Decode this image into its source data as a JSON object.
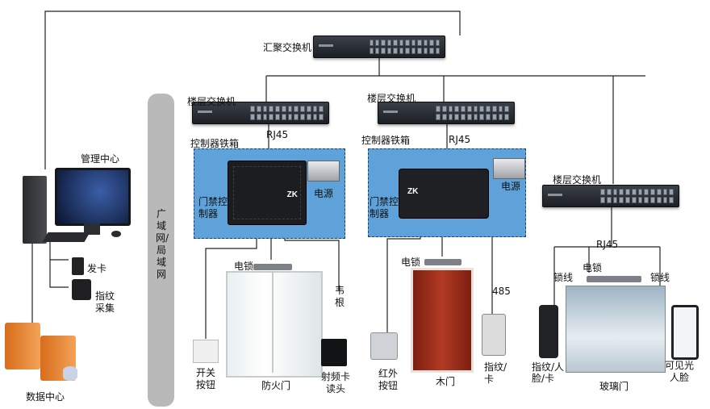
{
  "labels": {
    "core_switch": "汇聚交换机",
    "floor_switch_1": "楼层交换机",
    "floor_switch_2": "楼层交换机",
    "floor_switch_3": "楼层交换机",
    "rj45_1": "RJ45",
    "rj45_2": "RJ45",
    "rj45_3": "RJ45",
    "cabinet_1": "控制器铁箱",
    "cabinet_2": "控制器铁箱",
    "controller_1": "门禁控制器",
    "controller_2": "门禁控制器",
    "power_1": "电源",
    "power_2": "电源",
    "brand": "ZK",
    "network": "广域网/局域网",
    "management_center": "管理中心",
    "card_issue": "发卡",
    "fingerprint_collect": "指纹采集",
    "data_center": "数据中心",
    "lock_1": "电锁",
    "lock_2": "电锁",
    "lock_3": "电锁",
    "fire_door": "防火门",
    "exit_button": "开关按钮",
    "wiegand": "韦根",
    "rf_reader": "射频卡读头",
    "wood_door": "木门",
    "ir_button": "红外按钮",
    "rs485": "485",
    "fingerprint_card": "指纹/卡",
    "lock_wire_1": "锁线",
    "lock_wire_2": "锁线",
    "fp_face_card": "指纹/人脸/卡",
    "glass_door": "玻璃门",
    "visible_face": "可见光人脸"
  },
  "colors": {
    "cabinet_fill": "#5ea2d9",
    "cabinet_border": "#1d3f7a",
    "switch_body": "#2a2e34",
    "network_bar": "#b9b9b9",
    "server": "#e8872a",
    "door_wood": "#a3341f"
  }
}
